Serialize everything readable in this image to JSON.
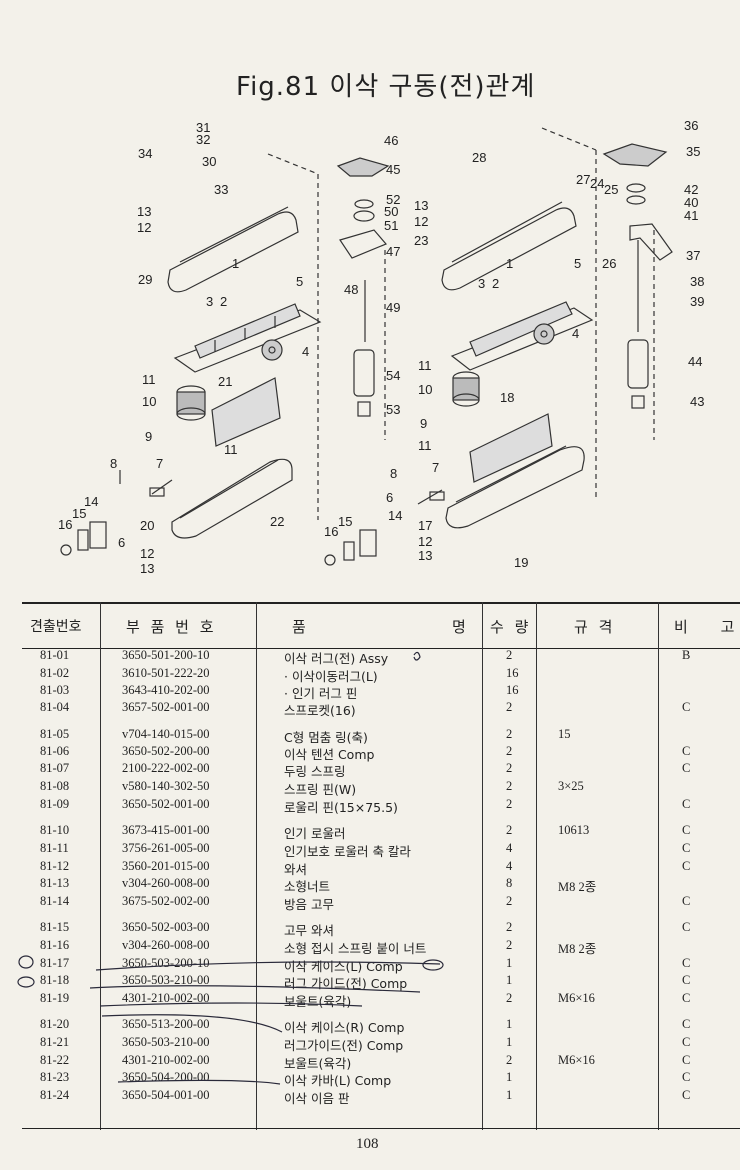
{
  "title": "Fig.81 이삭 구동(전)관계",
  "diagram_labels": [
    "31",
    "32",
    "30",
    "34",
    "33",
    "13",
    "12",
    "29",
    "1",
    "3",
    "2",
    "5",
    "4",
    "11",
    "21",
    "10",
    "9",
    "11",
    "8",
    "7",
    "14",
    "15",
    "16",
    "6",
    "20",
    "22",
    "12",
    "13",
    "46",
    "45",
    "52",
    "50",
    "51",
    "47",
    "48",
    "49",
    "54",
    "53",
    "28",
    "13",
    "12",
    "23",
    "27",
    "24",
    "25",
    "26",
    "1",
    "3",
    "2",
    "5",
    "4",
    "11",
    "10",
    "9",
    "11",
    "18",
    "8",
    "6",
    "7",
    "14",
    "15",
    "16",
    "17",
    "12",
    "13",
    "19",
    "36",
    "35",
    "42",
    "40",
    "41",
    "37",
    "38",
    "39",
    "44",
    "43"
  ],
  "table": {
    "headers": [
      "견출번호",
      "부 품 번 호",
      "품",
      "명",
      "수 량",
      "규 격",
      "비 고"
    ],
    "rows": [
      {
        "no": "81-01",
        "part": "3650-501-200-10",
        "name": "이삭 러그(전) Assy",
        "qty": "2",
        "spec": "",
        "remark": "B"
      },
      {
        "no": "81-02",
        "part": "3610-501-222-20",
        "name": "· 이삭이동러그(L)",
        "qty": "16",
        "spec": "",
        "remark": ""
      },
      {
        "no": "81-03",
        "part": "3643-410-202-00",
        "name": "· 인기 러그 핀",
        "qty": "16",
        "spec": "",
        "remark": ""
      },
      {
        "no": "81-04",
        "part": "3657-502-001-00",
        "name": "스프로켓(16)",
        "qty": "2",
        "spec": "",
        "remark": "C"
      },
      {
        "no": "81-05",
        "part": "v704-140-015-00",
        "name": "C형 멈춤 링(축)",
        "qty": "2",
        "spec": "15",
        "remark": ""
      },
      {
        "no": "81-06",
        "part": "3650-502-200-00",
        "name": "이삭 텐션 Comp",
        "qty": "2",
        "spec": "",
        "remark": "C"
      },
      {
        "no": "81-07",
        "part": "2100-222-002-00",
        "name": "두링 스프링",
        "qty": "2",
        "spec": "",
        "remark": "C"
      },
      {
        "no": "81-08",
        "part": "v580-140-302-50",
        "name": "스프링 핀(W)",
        "qty": "2",
        "spec": "3×25",
        "remark": ""
      },
      {
        "no": "81-09",
        "part": "3650-502-001-00",
        "name": "로울리 핀(15×75.5)",
        "qty": "2",
        "spec": "",
        "remark": "C"
      },
      {
        "no": "81-10",
        "part": "3673-415-001-00",
        "name": "인기 로울러",
        "qty": "2",
        "spec": "10613",
        "remark": "C"
      },
      {
        "no": "81-11",
        "part": "3756-261-005-00",
        "name": "인기보호 로울러 축 칼라",
        "qty": "4",
        "spec": "",
        "remark": "C"
      },
      {
        "no": "81-12",
        "part": "3560-201-015-00",
        "name": "와셔",
        "qty": "4",
        "spec": "",
        "remark": "C"
      },
      {
        "no": "81-13",
        "part": "v304-260-008-00",
        "name": "소형너트",
        "qty": "8",
        "spec": "M8 2종",
        "remark": ""
      },
      {
        "no": "81-14",
        "part": "3675-502-002-00",
        "name": "방음 고무",
        "qty": "2",
        "spec": "",
        "remark": "C"
      },
      {
        "no": "81-15",
        "part": "3650-502-003-00",
        "name": "고무 와셔",
        "qty": "2",
        "spec": "",
        "remark": "C"
      },
      {
        "no": "81-16",
        "part": "v304-260-008-00",
        "name": "소형 접시 스프링 붙이 너트",
        "qty": "2",
        "spec": "M8 2종",
        "remark": ""
      },
      {
        "no": "81-17",
        "part": "3650-503-200-10",
        "name": "이삭 케이스(L) Comp",
        "qty": "1",
        "spec": "",
        "remark": "C"
      },
      {
        "no": "81-18",
        "part": "3650-503-210-00",
        "name": "러그 가이드(전) Comp",
        "qty": "1",
        "spec": "",
        "remark": "C"
      },
      {
        "no": "81-19",
        "part": "4301-210-002-00",
        "name": "보울트(육각)",
        "qty": "2",
        "spec": "M6×16",
        "remark": "C"
      },
      {
        "no": "81-20",
        "part": "3650-513-200-00",
        "name": "이삭 케이스(R) Comp",
        "qty": "1",
        "spec": "",
        "remark": "C"
      },
      {
        "no": "81-21",
        "part": "3650-503-210-00",
        "name": "러그가이드(전) Comp",
        "qty": "1",
        "spec": "",
        "remark": "C"
      },
      {
        "no": "81-22",
        "part": "4301-210-002-00",
        "name": "보울트(육각)",
        "qty": "2",
        "spec": "M6×16",
        "remark": "C"
      },
      {
        "no": "81-23",
        "part": "3650-504-200-00",
        "name": "이삭 카바(L) Comp",
        "qty": "1",
        "spec": "",
        "remark": "C"
      },
      {
        "no": "81-24",
        "part": "3650-504-001-00",
        "name": "이삭 이음 판",
        "qty": "1",
        "spec": "",
        "remark": "C"
      }
    ]
  },
  "page_number": "108"
}
